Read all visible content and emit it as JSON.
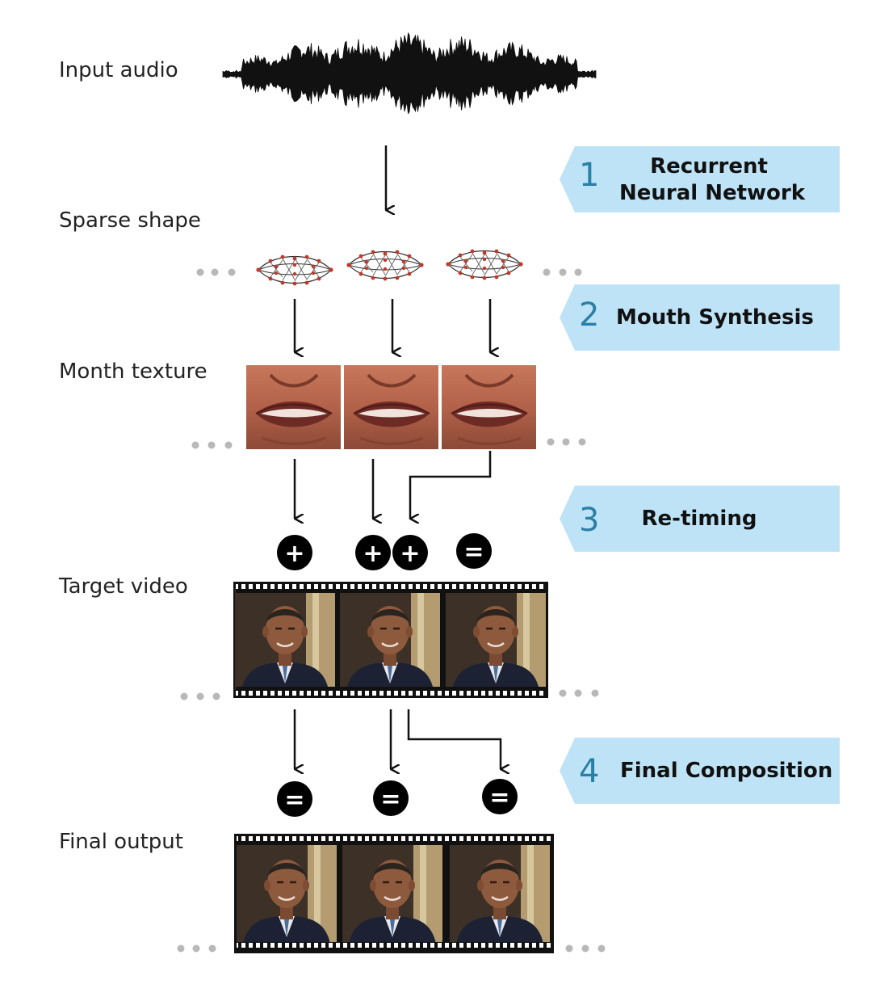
{
  "rows": {
    "input_audio": "Input audio",
    "sparse_shape": "Sparse shape",
    "mouth_texture": "Month texture",
    "target_video": "Target video",
    "final_output": "Final output"
  },
  "stages": [
    {
      "num": "1",
      "title_line1": "Recurrent",
      "title_line2": "Neural Network"
    },
    {
      "num": "2",
      "title": "Mouth Synthesis"
    },
    {
      "num": "3",
      "title": "Re-timing"
    },
    {
      "num": "4",
      "title": "Final Composition"
    }
  ],
  "operators": {
    "plus": "+",
    "equals": "="
  },
  "colors": {
    "stage_banner": "#bfe3f6",
    "stage_number": "#2a7fa6",
    "operator_circle": "#000000",
    "ellipsis_dots": "#b8b8b8",
    "lip_mesh_points": "#c0392b"
  },
  "icons": {
    "waveform": "audio-waveform-icon",
    "lip_mesh": "lip-landmark-mesh-icon",
    "mouth_crop": "mouth-texture-image",
    "video_frame": "video-frame-image",
    "film_strip": "film-strip"
  }
}
